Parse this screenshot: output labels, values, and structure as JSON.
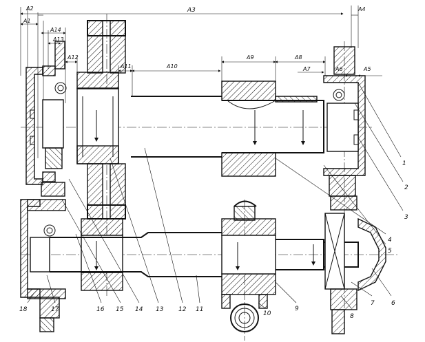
{
  "dimension_labels": {
    "a2": "A2",
    "a1": "A1",
    "a3": "A3",
    "a4": "A4",
    "a14": "A14",
    "a13": "A13",
    "a12": "A12",
    "a11": "A11",
    "a10": "A10",
    "a9": "A9",
    "a8": "A8",
    "a7": "A7",
    "a6": "A6",
    "a5": "A5"
  },
  "part_labels": {
    "p1": "1",
    "p2": "2",
    "p3": "3",
    "p4": "4",
    "p5": "5",
    "p6": "6",
    "p7": "7",
    "p8": "8",
    "p9": "9",
    "p10": "10",
    "p11": "11",
    "p12": "12",
    "p13": "13",
    "p14": "14",
    "p15": "15",
    "p16": "16",
    "p17": "17",
    "p18": "18"
  }
}
